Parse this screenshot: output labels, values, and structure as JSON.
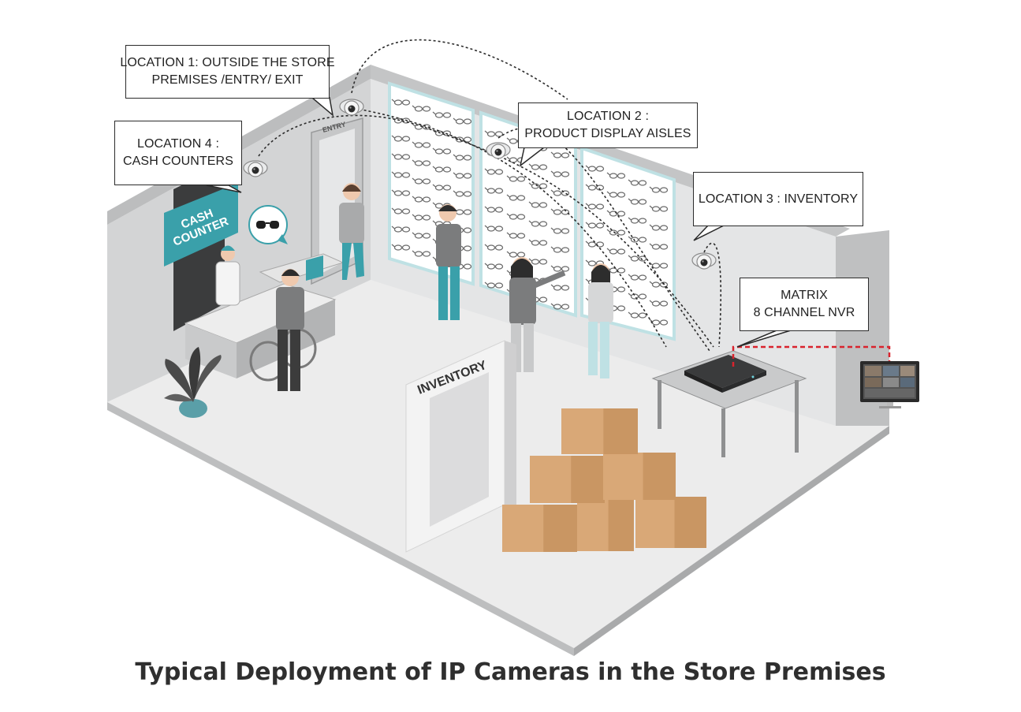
{
  "title": "Typical Deployment of IP Cameras in the Store Premises",
  "callouts": {
    "location1": {
      "line1": "LOCATION 1: OUTSIDE THE STORE",
      "line2": "PREMISES /ENTRY/ EXIT"
    },
    "location2": {
      "line1": "LOCATION 2 :",
      "line2": "PRODUCT DISPLAY AISLES"
    },
    "location3": {
      "line1": "LOCATION 3 : INVENTORY"
    },
    "location4": {
      "line1": "LOCATION 4 :",
      "line2": "CASH COUNTERS"
    },
    "nvr": {
      "line1": "MATRIX",
      "line2": "8 CHANNEL NVR"
    }
  },
  "signs": {
    "cash_counter_line1": "CASH",
    "cash_counter_line2": "COUNTER",
    "inventory": "INVENTORY",
    "entry": "ENTRY"
  },
  "icons": {
    "camera": "dome-camera-icon",
    "glasses": "eyeglasses-icon",
    "monitor": "monitor-icon",
    "nvr": "nvr-recorder-icon"
  },
  "colors": {
    "accent_teal": "#3aa0aa",
    "connection_red": "#d9232d",
    "box_tan": "#d8a878",
    "wall_grey": "#cfd0d1",
    "floor_grey": "#ececec"
  }
}
